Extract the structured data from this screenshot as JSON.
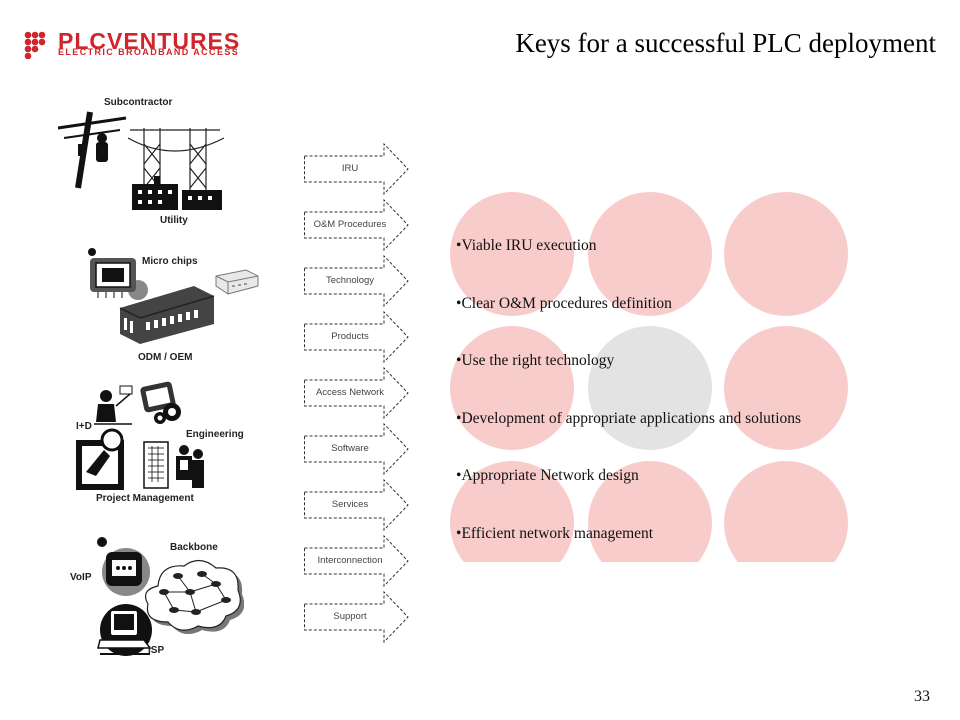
{
  "logo": {
    "name": "PLCVENTURES",
    "tagline": "ELECTRIC BROADBAND ACCESS"
  },
  "title": "Keys for a successful PLC deployment",
  "groups": [
    {
      "labels": [
        "Subcontractor",
        "Utility"
      ]
    },
    {
      "labels": [
        "Micro chips",
        "ODM / OEM"
      ]
    },
    {
      "labels": [
        "I+D",
        "Engineering",
        "Project Management"
      ]
    },
    {
      "labels": [
        "Backbone",
        "VoIP",
        "ISP"
      ]
    }
  ],
  "steps": [
    "IRU",
    "O&M Procedures",
    "Technology",
    "Products",
    "Access Network",
    "Software",
    "Services",
    "Interconnection",
    "Support"
  ],
  "bullets": [
    "Viable IRU execution",
    "Clear O&M procedures definition",
    "Use the right technology",
    "Development of appropriate applications and solutions",
    "Appropriate Network design",
    "Efficient network management"
  ],
  "circles": {
    "pink": "#f9cccc",
    "gray": "#e3e3e3"
  },
  "page_number": "33"
}
